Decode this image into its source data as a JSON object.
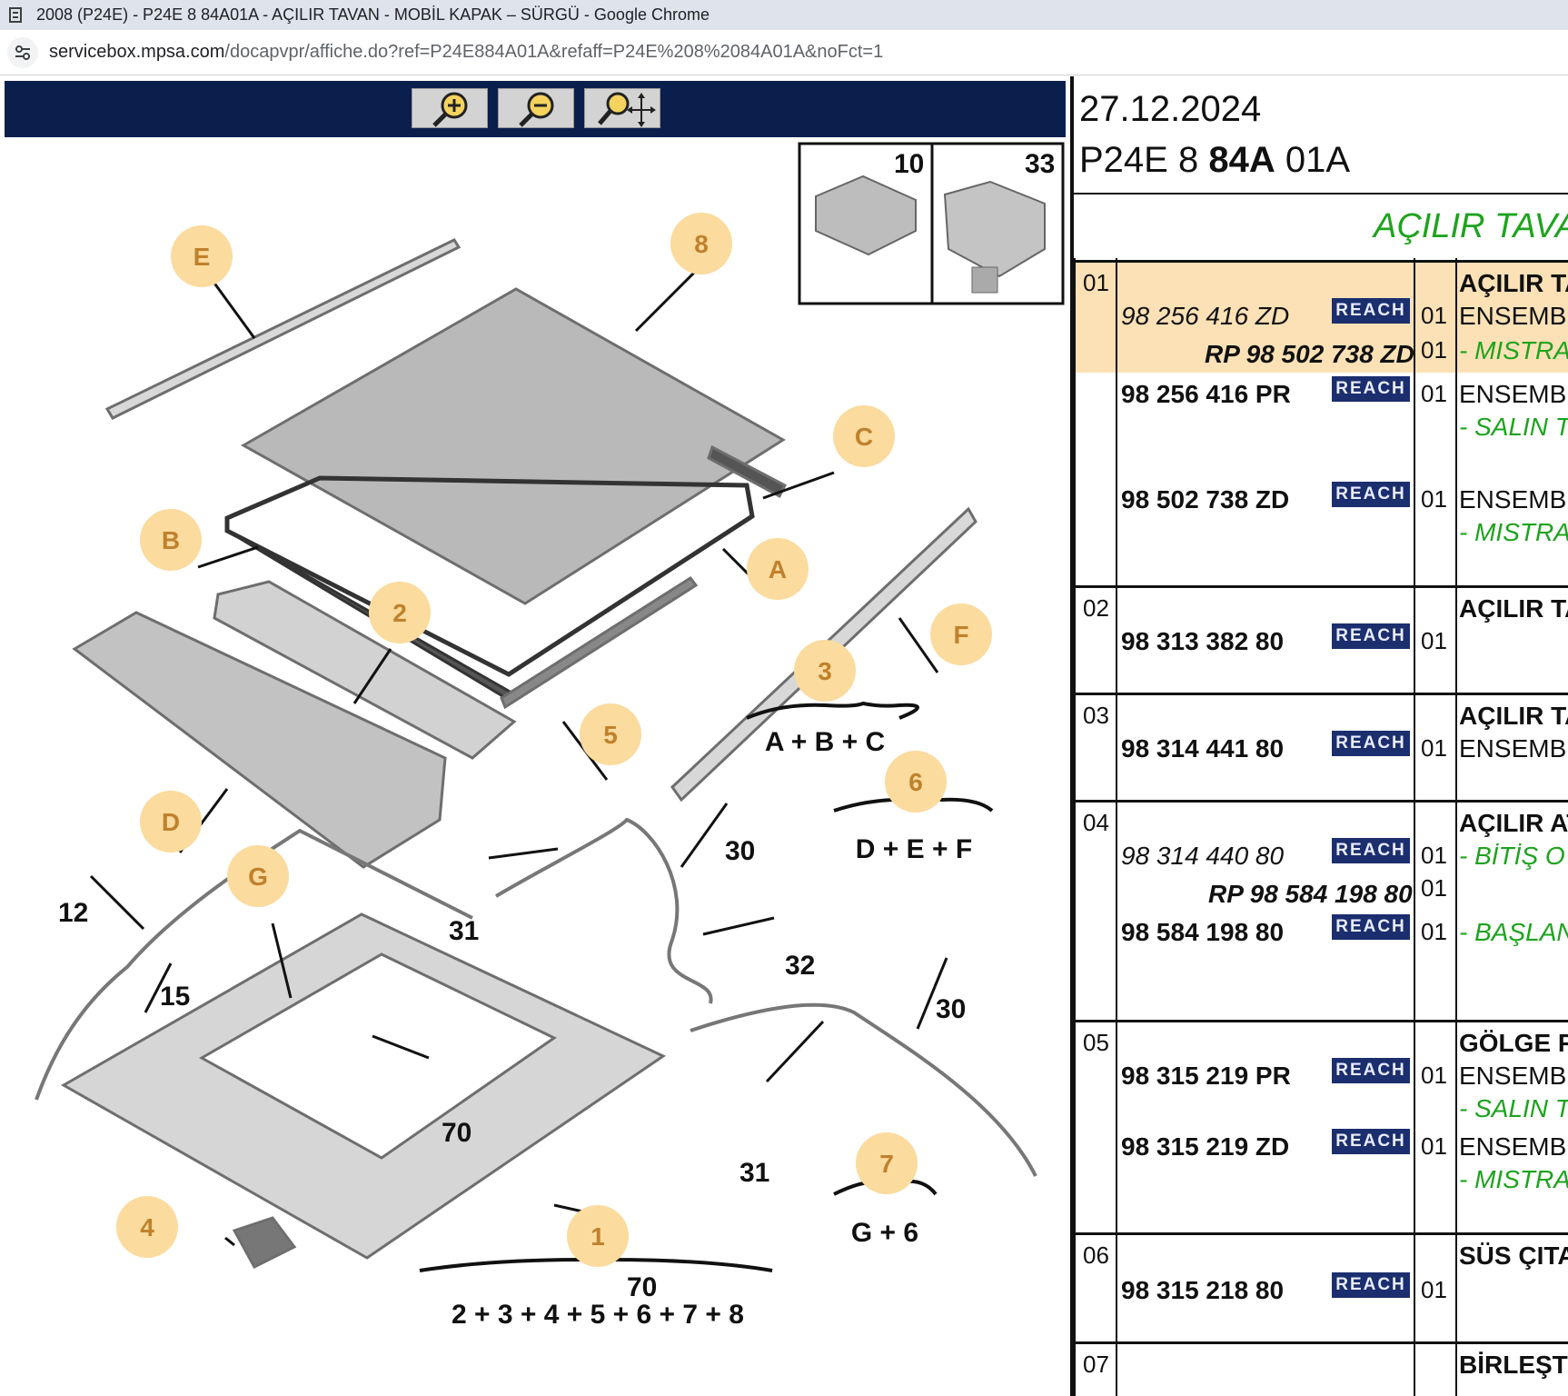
{
  "window": {
    "title": "2008 (P24E) - P24E 8 84A01A - AÇILIR TAVAN - MOBİL KAPAK – SÜRGÜ - Google Chrome"
  },
  "address_bar": {
    "host": "servicebox.mpsa.com",
    "path": "/docapvpr/affiche.do?ref=P24E884A01A&refaff=P24E%208%2084A01A&noFct=1"
  },
  "toolbar": {
    "buttons": [
      {
        "name": "zoom-in",
        "icon": "zoom-in-icon"
      },
      {
        "name": "zoom-out",
        "icon": "zoom-out-icon"
      },
      {
        "name": "zoom-pan",
        "icon": "zoom-pan-icon"
      }
    ]
  },
  "diagram": {
    "callouts": {
      "E": "E",
      "n8": "8",
      "C": "C",
      "B": "B",
      "A": "A",
      "n2": "2",
      "F": "F",
      "n3": "3",
      "n5": "5",
      "D": "D",
      "n6": "6",
      "G": "G",
      "n7": "7",
      "n4": "4",
      "n1": "1"
    },
    "part_numbers": {
      "p10": "10",
      "p33": "33",
      "p12": "12",
      "p31a": "31",
      "p30a": "30",
      "p15": "15",
      "p32": "32",
      "p70a": "70",
      "p30b": "30",
      "p31b": "31",
      "p70b": "70"
    },
    "formulas": {
      "f3": "A + B + C",
      "f6": "D + E + F",
      "f7": "G + 6",
      "f1": "2 + 3 + 4 + 5 + 6 + 7 + 8"
    }
  },
  "document": {
    "date": "27.12.2024",
    "ref_prefix": "P24E 8 ",
    "ref_bold": "84A",
    "ref_suffix": " 01A",
    "section_title": "AÇILIR TAVAN",
    "reach_label": "REACH",
    "rows": [
      {
        "num": "01",
        "title": "AÇILIR TA",
        "refs": [
          {
            "ref": "98 256 416 ZD",
            "qty": "01",
            "desc": "ENSEMBL",
            "desc_green": false
          },
          {
            "rp": "RP 98 502 738 ZD",
            "qty": "01",
            "desc": "- MISTRA",
            "desc_green": true
          }
        ]
      },
      {
        "num": "",
        "refs": [
          {
            "ref": "98 256 416 PR",
            "qty": "01",
            "desc": "ENSEMBL",
            "sub": "- SALIN T"
          },
          {
            "ref": "98 502 738 ZD",
            "qty": "01",
            "desc": "ENSEMBL",
            "sub": "- MISTRA"
          }
        ]
      },
      {
        "num": "02",
        "title": "AÇILIR TA",
        "ref": "98 313 382 80",
        "qty": "01"
      },
      {
        "num": "03",
        "title": "AÇILIR TA",
        "ref": "98 314 441 80",
        "qty": "01",
        "desc": "ENSEMBL"
      },
      {
        "num": "04",
        "title": "AÇILIR AT",
        "refs": [
          {
            "ref": "98 314 440 80",
            "qty": "01",
            "desc": "- BİTİŞ O"
          },
          {
            "rp": "RP 98 584 198 80",
            "qty": "01"
          },
          {
            "ref": "98 584 198 80",
            "qty": "01",
            "desc": "- BAŞLAN"
          }
        ]
      },
      {
        "num": "05",
        "title": "GÖLGE P",
        "refs": [
          {
            "ref": "98 315 219 PR",
            "qty": "01",
            "desc": "ENSEMBL",
            "sub": "- SALIN T"
          },
          {
            "ref": "98 315 219 ZD",
            "qty": "01",
            "desc": "ENSEMBL",
            "sub": "- MISTRA"
          }
        ]
      },
      {
        "num": "06",
        "title": "SÜS ÇITA",
        "ref": "98 315 218 80",
        "qty": "01"
      },
      {
        "num": "07",
        "title": "BİRLEŞTİ"
      }
    ]
  }
}
